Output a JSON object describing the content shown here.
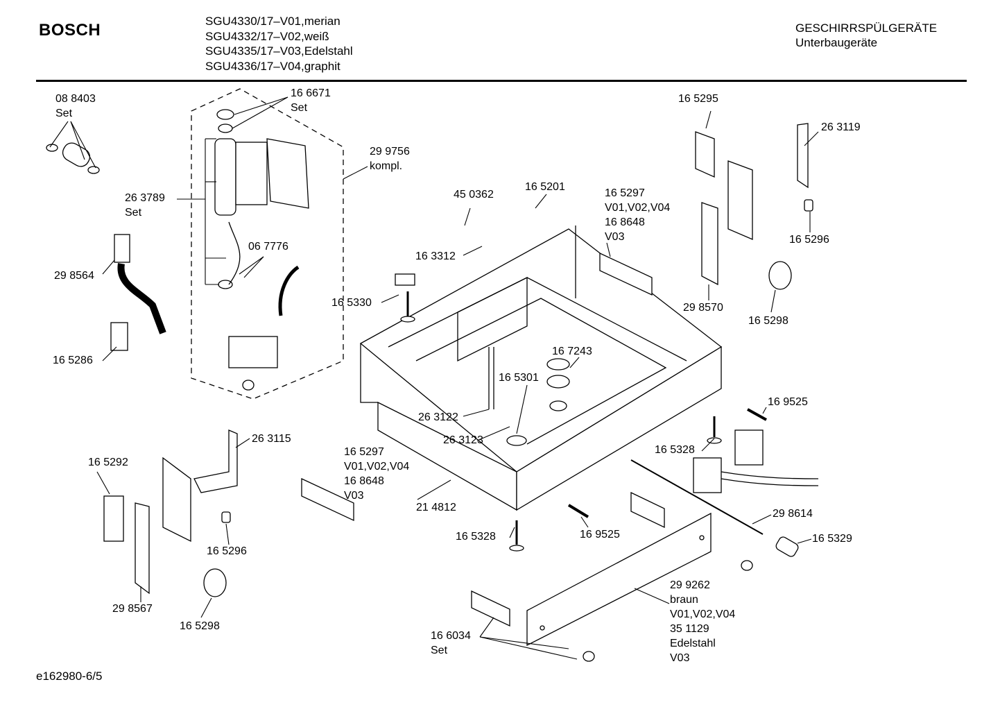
{
  "header": {
    "brand": "BOSCH",
    "models": [
      "SGU4330/17–V01,merian",
      "SGU4332/17–V02,weiß",
      "SGU4335/17–V03,Edelstahl",
      "SGU4336/17–V04,graphit"
    ],
    "category": "GESCHIRRSPÜLGERÄTE",
    "subcategory": "Unterbaugeräte"
  },
  "footer": {
    "code": "e162980-6/5"
  },
  "parts": [
    {
      "id": "p088403",
      "lines": [
        "08 8403",
        "Set"
      ]
    },
    {
      "id": "p166671",
      "lines": [
        "16 6671",
        "Set"
      ]
    },
    {
      "id": "p299756",
      "lines": [
        "29 9756",
        "kompl."
      ]
    },
    {
      "id": "p263789",
      "lines": [
        "26 3789",
        "Set"
      ]
    },
    {
      "id": "p298564",
      "lines": [
        "29 8564"
      ]
    },
    {
      "id": "p067776",
      "lines": [
        "06 7776"
      ]
    },
    {
      "id": "p165286",
      "lines": [
        "16 5286"
      ]
    },
    {
      "id": "p450362",
      "lines": [
        "45 0362"
      ]
    },
    {
      "id": "p165201",
      "lines": [
        "16 5201"
      ]
    },
    {
      "id": "p163312",
      "lines": [
        "16 3312"
      ]
    },
    {
      "id": "p165330",
      "lines": [
        "16 5330"
      ]
    },
    {
      "id": "p165297a",
      "lines": [
        "16 5297",
        "V01,V02,V04",
        "16 8648",
        "V03"
      ]
    },
    {
      "id": "p165295",
      "lines": [
        "16 5295"
      ]
    },
    {
      "id": "p263119",
      "lines": [
        "26 3119"
      ]
    },
    {
      "id": "p165296a",
      "lines": [
        "16 5296"
      ]
    },
    {
      "id": "p298570",
      "lines": [
        "29 8570"
      ]
    },
    {
      "id": "p165298a",
      "lines": [
        "16 5298"
      ]
    },
    {
      "id": "p167243",
      "lines": [
        "16 7243"
      ]
    },
    {
      "id": "p165301",
      "lines": [
        "16 5301"
      ]
    },
    {
      "id": "p263122",
      "lines": [
        "26 3122"
      ]
    },
    {
      "id": "p263123",
      "lines": [
        "26 3123"
      ]
    },
    {
      "id": "p169525a",
      "lines": [
        "16 9525"
      ]
    },
    {
      "id": "p165328a",
      "lines": [
        "16 5328"
      ]
    },
    {
      "id": "p263115",
      "lines": [
        "26 3115"
      ]
    },
    {
      "id": "p165292",
      "lines": [
        "16 5292"
      ]
    },
    {
      "id": "p165297b",
      "lines": [
        "16 5297",
        "V01,V02,V04",
        "16 8648",
        "V03"
      ]
    },
    {
      "id": "p214812",
      "lines": [
        "21 4812"
      ]
    },
    {
      "id": "p165296b",
      "lines": [
        "16 5296"
      ]
    },
    {
      "id": "p298567",
      "lines": [
        "29 8567"
      ]
    },
    {
      "id": "p165298b",
      "lines": [
        "16 5298"
      ]
    },
    {
      "id": "p165328b",
      "lines": [
        "16 5328"
      ]
    },
    {
      "id": "p169525b",
      "lines": [
        "16 9525"
      ]
    },
    {
      "id": "p298614",
      "lines": [
        "29 8614"
      ]
    },
    {
      "id": "p165329",
      "lines": [
        "16 5329"
      ]
    },
    {
      "id": "p299262",
      "lines": [
        "29 9262",
        "braun",
        "V01,V02,V04",
        "35 1129",
        "Edelstahl",
        "V03"
      ]
    },
    {
      "id": "p166034",
      "lines": [
        "16 6034",
        "Set"
      ]
    }
  ]
}
